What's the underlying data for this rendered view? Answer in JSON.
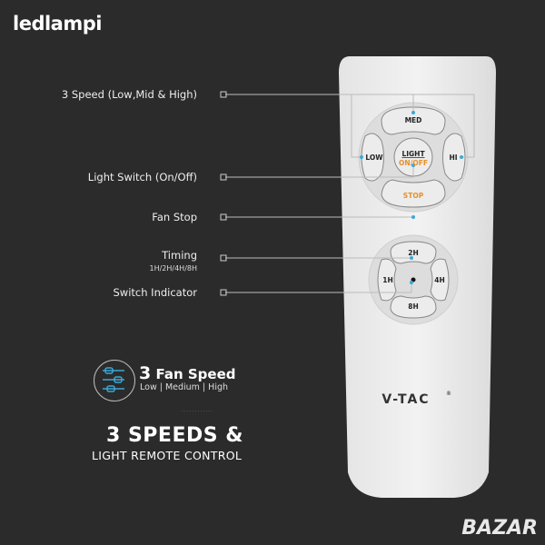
{
  "brand": "ledlampi",
  "callouts": {
    "speed": "3 Speed (Low,Mid & High)",
    "light": "Light Switch (On/Off)",
    "stop": "Fan Stop",
    "timing": "Timing",
    "timing_sub": "1H/2H/4H/8H",
    "indicator": "Switch Indicator"
  },
  "feature": {
    "num": "3",
    "title": "Fan Speed",
    "sub": "Low | Medium | High",
    "dots": "............"
  },
  "headline": {
    "line1": "3 SPEEDS &",
    "line2": "LIGHT REMOTE CONTROL"
  },
  "remote": {
    "med": "MED",
    "low": "LOW",
    "hi": "HI",
    "light": "LIGHT",
    "onoff": "ON/OFF",
    "stop": "STOP",
    "t2": "2H",
    "t1": "1H",
    "t4": "4H",
    "t8": "8H",
    "logo": "V-TAC",
    "reg": "®"
  },
  "watermark": "BAZAR",
  "colors": {
    "accent": "#3aa8d8",
    "orange": "#e8902a",
    "bg": "#2b2b2b"
  }
}
